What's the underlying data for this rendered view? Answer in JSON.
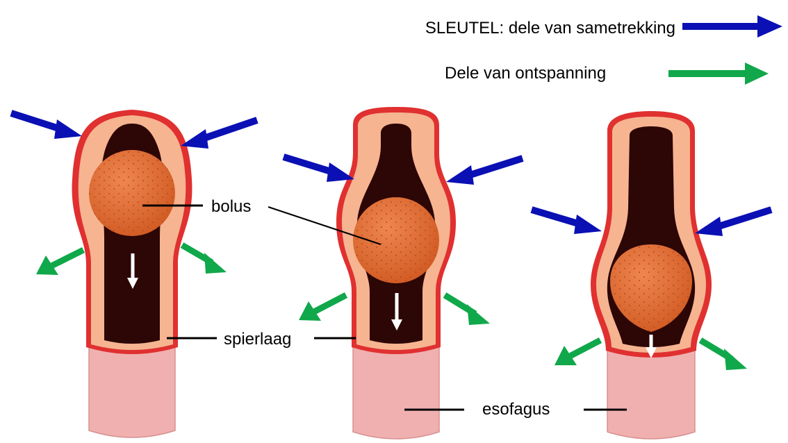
{
  "legend": {
    "contraction_label": "SLEUTEL: dele van sametrekking",
    "relaxation_label": "Dele van ontspanning"
  },
  "labels": {
    "bolus": "bolus",
    "muscle_layer": "spierlaag",
    "esophagus": "esofagus"
  },
  "colors": {
    "contraction": "#0a10b4",
    "relaxation": "#10a84a",
    "outer_wall": "#e03030",
    "muscle": "#f6b491",
    "lumen": "#2d0606",
    "bolus": "#e06a32",
    "esophagus_tube": "#f0b0b0"
  }
}
